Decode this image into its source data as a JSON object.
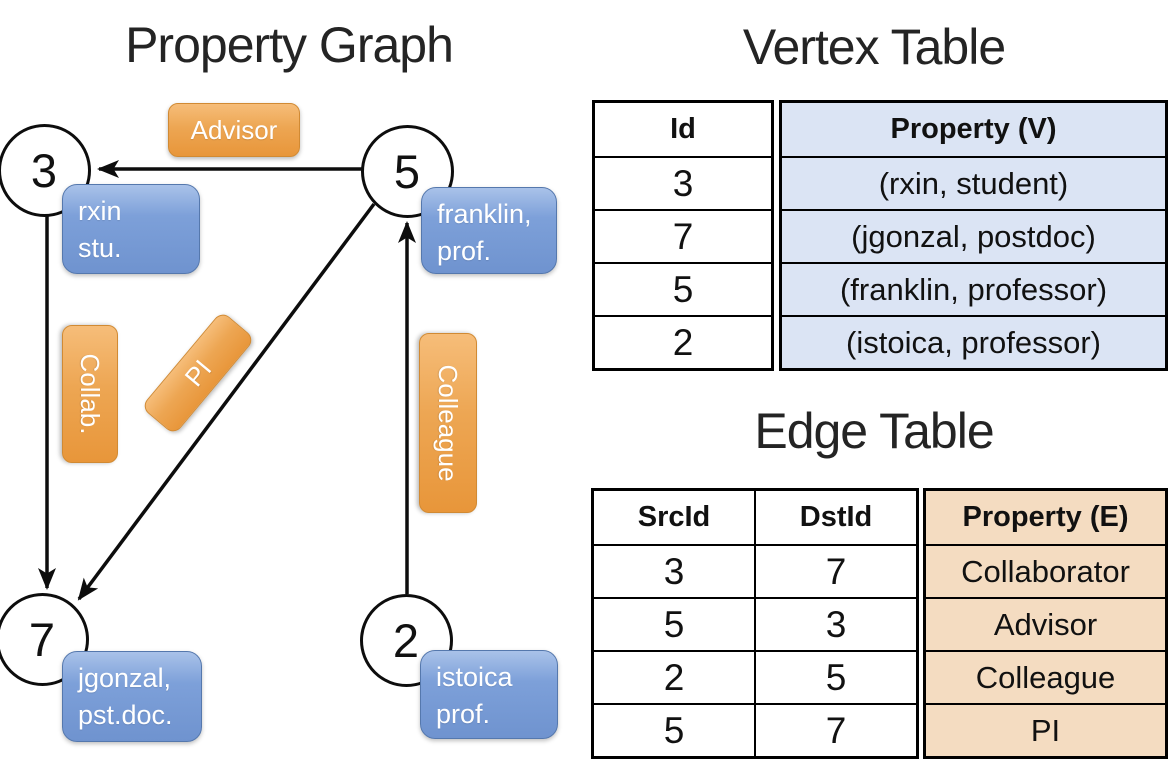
{
  "graph": {
    "title": "Property Graph",
    "nodes": {
      "n3": {
        "id": "3",
        "prop1": "rxin",
        "prop2": "stu."
      },
      "n5": {
        "id": "5",
        "prop1": "franklin,",
        "prop2": "prof."
      },
      "n7": {
        "id": "7",
        "prop1": "jgonzal,",
        "prop2": "pst.doc."
      },
      "n2": {
        "id": "2",
        "prop1": "istoica",
        "prop2": "prof."
      }
    },
    "edge_labels": {
      "advisor": "Advisor",
      "collab": "Collab.",
      "pi": "PI",
      "colleague": "Colleague"
    }
  },
  "vertex_table": {
    "title": "Vertex Table",
    "col_id": "Id",
    "col_property": "Property (V)",
    "rows": [
      {
        "id": "3",
        "property": "(rxin, student)"
      },
      {
        "id": "7",
        "property": "(jgonzal, postdoc)"
      },
      {
        "id": "5",
        "property": "(franklin, professor)"
      },
      {
        "id": "2",
        "property": "(istoica, professor)"
      }
    ]
  },
  "edge_table": {
    "title": "Edge Table",
    "col_src": "SrcId",
    "col_dst": "DstId",
    "col_property": "Property (E)",
    "rows": [
      {
        "src": "3",
        "dst": "7",
        "property": "Collaborator"
      },
      {
        "src": "5",
        "dst": "3",
        "property": "Advisor"
      },
      {
        "src": "2",
        "dst": "5",
        "property": "Colleague"
      },
      {
        "src": "5",
        "dst": "7",
        "property": "PI"
      }
    ]
  },
  "colors": {
    "orange_accent": "#ED9D3F",
    "blue_accent": "#7B9ED7",
    "vertex_cell_fill": "#DBE4F4",
    "edge_cell_fill": "#F4DCC1",
    "line_color": "#0D0D0D"
  }
}
